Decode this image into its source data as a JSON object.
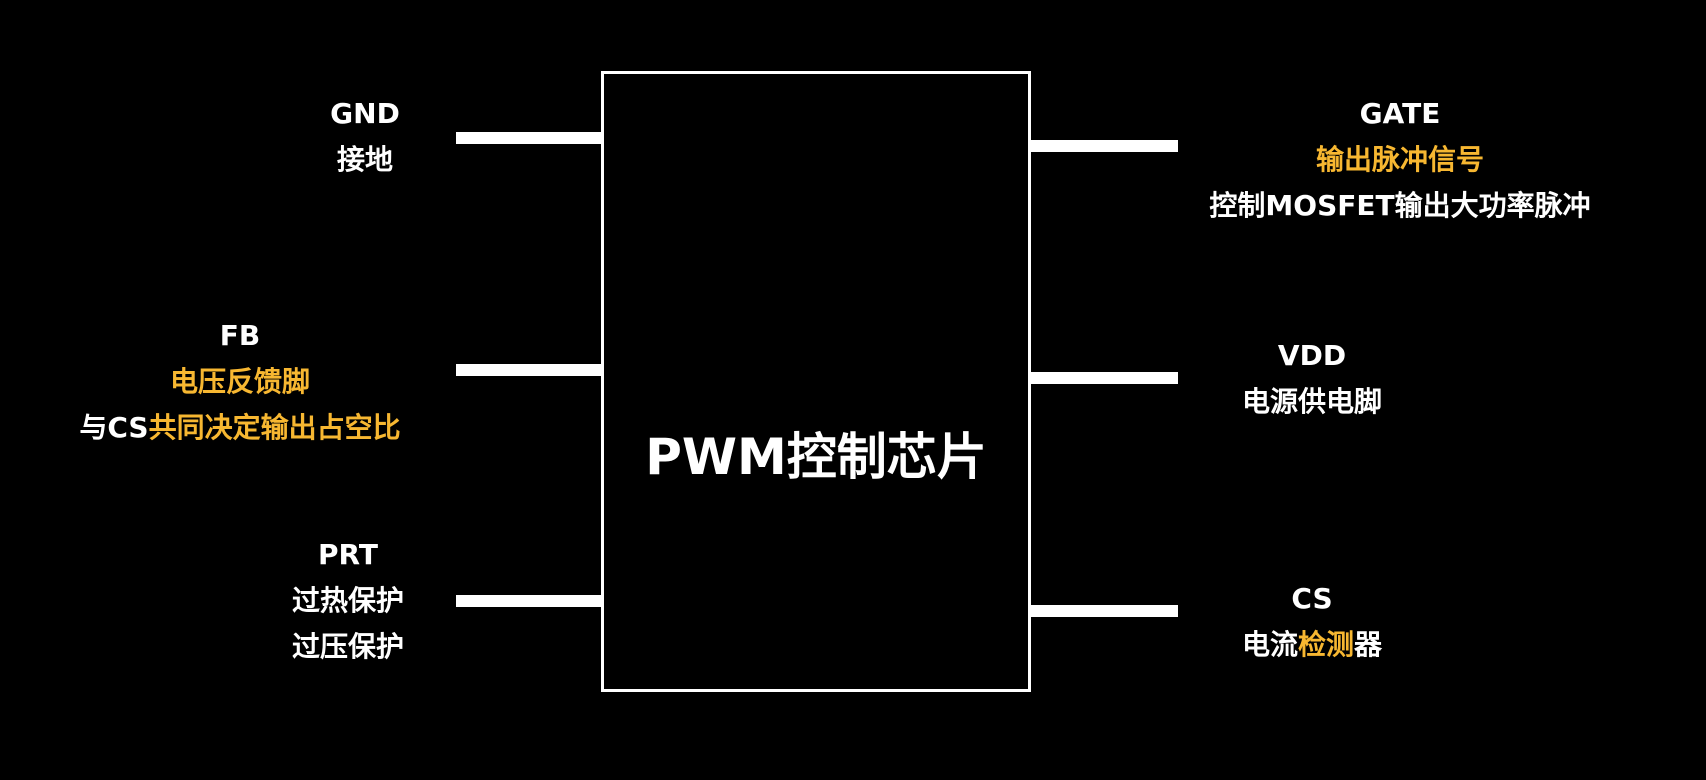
{
  "colors": {
    "background": "#000000",
    "foreground": "#ffffff",
    "highlight": "#f7b731"
  },
  "chip": {
    "title": "PWM控制芯片"
  },
  "pins": {
    "gnd": {
      "name": "GND",
      "line1": "接地"
    },
    "fb": {
      "name": "FB",
      "line1": "电压反馈脚",
      "line2_prefix": "与CS",
      "line2_rest": "共同决定输出占空比"
    },
    "prt": {
      "name": "PRT",
      "line1": "过热保护",
      "line2": "过压保护"
    },
    "gate": {
      "name": "GATE",
      "line1": "输出脉冲信号",
      "line2": "控制MOSFET输出大功率脉冲"
    },
    "vdd": {
      "name": "VDD",
      "line1": "电源供电脚"
    },
    "cs": {
      "name": "CS",
      "line1_prefix": "电流",
      "line1_highlight": "检测",
      "line1_suffix": "器"
    }
  }
}
